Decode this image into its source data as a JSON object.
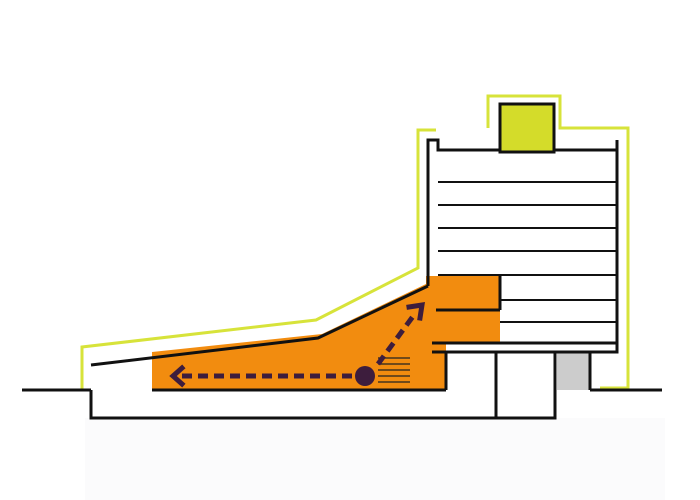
{
  "colors": {
    "background": "#ffffff",
    "outline_highlight": "#d7e33a",
    "roof_block_fill": "#d4dc2a",
    "active_zone_fill": "#f28c0f",
    "circulation_marker": "#3d1d3d",
    "wall_stroke": "#111111",
    "ground_tint": "#fbfbfc",
    "service_fill": "#cccccc"
  },
  "diagram": {
    "kind": "architectural section",
    "elements": [
      "ground-line",
      "building-section-outline",
      "orange-active-zone",
      "circulation-arrows",
      "floor-lines",
      "roof-block",
      "cantilever-slab",
      "service-room"
    ]
  }
}
